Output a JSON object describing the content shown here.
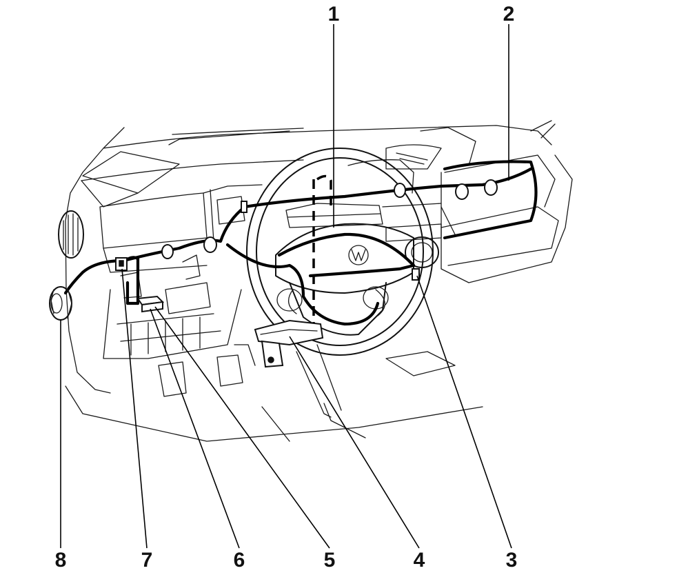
{
  "callouts": {
    "n1": "1",
    "n2": "2",
    "n3": "3",
    "n4": "4",
    "n5": "5",
    "n6": "6",
    "n7": "7",
    "n8": "8"
  }
}
